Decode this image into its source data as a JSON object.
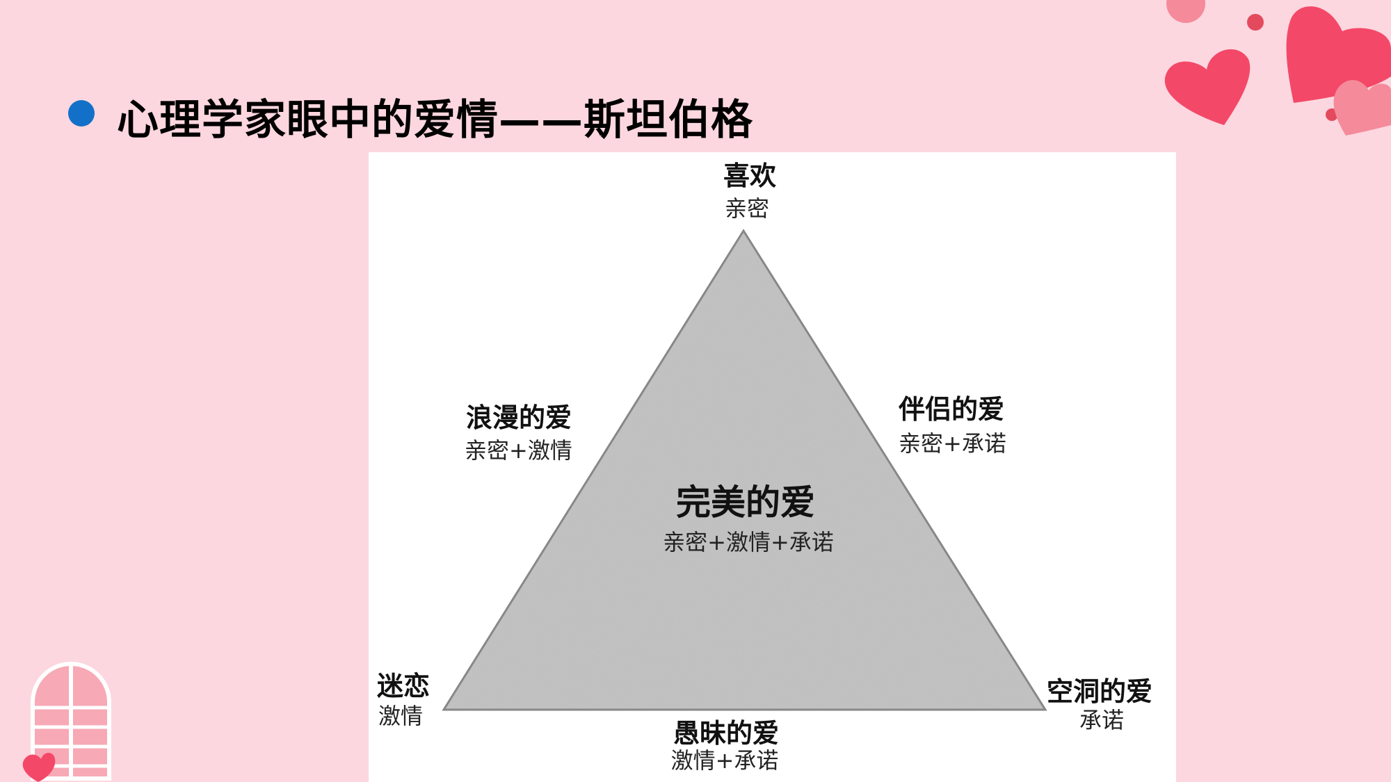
{
  "title": "心理学家眼中的爱情——斯坦伯格",
  "colors": {
    "background": "#fcd7df",
    "bullet": "#1370c8",
    "triangle_fill": "#c4c4c4",
    "heart": "#f44868"
  },
  "diagram": {
    "apex": {
      "name": "喜欢",
      "components": "亲密"
    },
    "left_edge": {
      "name": "浪漫的爱",
      "components": "亲密+激情"
    },
    "right_edge": {
      "name": "伴侣的爱",
      "components": "亲密+承诺"
    },
    "center": {
      "name": "完美的爱",
      "components": "亲密+激情+承诺"
    },
    "bottom_left": {
      "name": "迷恋",
      "components": "激情"
    },
    "bottom_edge": {
      "name": "愚昧的爱",
      "components": "激情+承诺"
    },
    "bottom_right": {
      "name": "空洞的爱",
      "components": "承诺"
    }
  }
}
